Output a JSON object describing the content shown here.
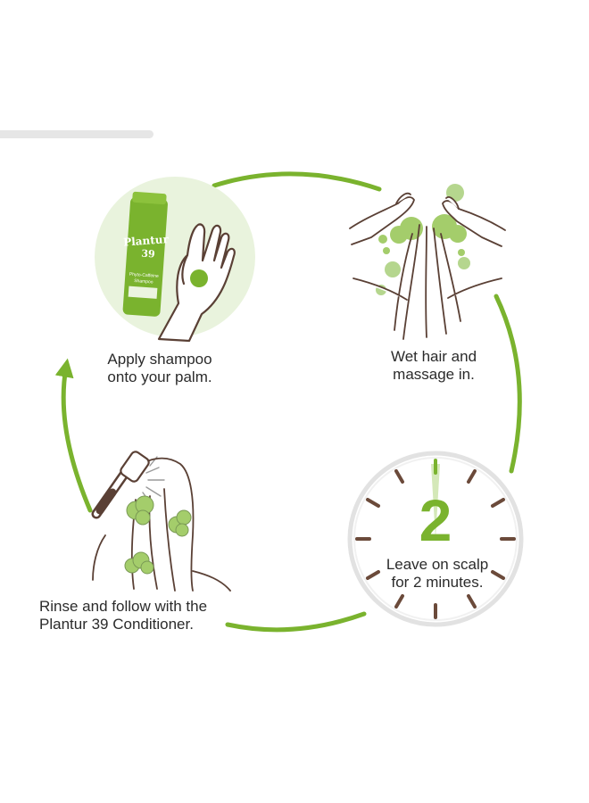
{
  "steps": [
    {
      "id": "apply",
      "lines": [
        "Apply shampoo",
        "onto your palm."
      ]
    },
    {
      "id": "wet",
      "lines": [
        "Wet hair and",
        "massage in."
      ]
    },
    {
      "id": "leave",
      "lines": [
        "Leave on scalp",
        "for 2 minutes."
      ]
    },
    {
      "id": "rinse",
      "lines": [
        "Rinse and follow with the",
        "Plantur 39 Conditioner."
      ]
    }
  ],
  "timer": {
    "number": "2",
    "minutes": 2
  },
  "product": {
    "brand": "Plantur",
    "brand_number": "39",
    "line1": "Phyto-Caffeine",
    "line2": "Shampoo"
  },
  "colors": {
    "accent": "#7ab32e",
    "light_green": "#a4cd6b",
    "bubble_green": "#b5d68e",
    "circle_bg": "#e9f3dd",
    "clock_ticks": "#6b4a3a",
    "line_art": "#5a4035",
    "progress_gray": "#e6e6e6"
  }
}
